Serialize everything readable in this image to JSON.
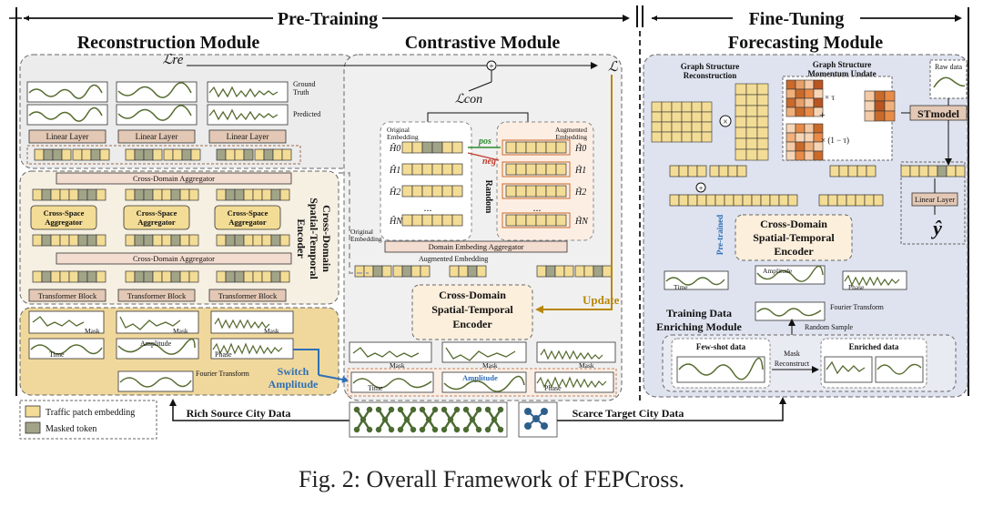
{
  "header": {
    "pretraining": "Pre-Training",
    "finetuning": "Fine-Tuning"
  },
  "modules": {
    "reconstruction": "Reconstruction Module",
    "contrastive": "Contrastive Module",
    "forecasting": "Forecasting Module"
  },
  "losses": {
    "l_re": "ℒre",
    "l_total": "ℒ",
    "l_con": "ℒcon"
  },
  "recon": {
    "ground_truth": "Ground Truth",
    "predicted": "Predicted",
    "linear_layer": "Linear Layer",
    "cross_domain_aggregator": "Cross-Domain Aggregator",
    "cross_space_aggregator": "Cross-Space Aggregator",
    "transformer_block": "Transformer Block",
    "encoder_side_label": "Cross-Domain Spatial-Temporal Encoder",
    "mask": "Mask",
    "time": "Time",
    "amplitude": "Amplitude",
    "phase": "Phase",
    "fourier": "Fourier Transform",
    "switch_amplitude": "Switch Amplitude"
  },
  "contrast": {
    "original_embedding": "Original Embedding",
    "augmented_embedding": "Augmented Embedding",
    "h_orig": [
      "Ĥ0",
      "Ĥ1",
      "Ĥ2",
      "ĤN"
    ],
    "h_aug": [
      "H̃0",
      "H̃1",
      "H̃2",
      "H̃N"
    ],
    "pos": "pos",
    "neg": "neg",
    "random": "Random",
    "dots": "...",
    "domain_agg": "Domain Embeding Aggregator",
    "original_embedding_left": "Original Embedding",
    "augmented_embedding_bottom": "Augmented Embedding",
    "encoder": "Cross-Domain Spatial-Temporal Encoder",
    "update": "Update",
    "mask": "Mask",
    "time": "Time",
    "amplitude": "Amplitude",
    "phase": "Phase"
  },
  "finetune": {
    "graph_recon": "Graph Structure Reconstruction",
    "graph_momentum": "Graph Structure Momentum Update",
    "raw_data": "Raw data",
    "times_tau": "× τ",
    "times_one_minus_tau": "× (1 − τ)",
    "stmodel": "STmodel",
    "linear_layer": "Linear Layer",
    "y": "ŷ",
    "pretrained": "Pre-trained",
    "encoder": "Cross-Domain Spatial-Temporal Encoder",
    "time": "Time",
    "amplitude": "Amplitude",
    "phase": "Phase",
    "fourier": "Fourier Transform",
    "enriching": "Training Data Enriching Module",
    "random_sample": "Random Sample",
    "fewshot": "Few-shot data",
    "mask_reconstruct": "Mask Reconstruct",
    "enriched": "Enriched data"
  },
  "legend": {
    "traffic_patch": "Traffic patch embedding",
    "masked_token": "Masked token"
  },
  "bottom": {
    "rich_source": "Rich Source City Data",
    "scarce_target": "Scarce Target City Data"
  },
  "caption": "Fig. 2: Overall Framework of FEPCross.",
  "colors": {
    "patch": "#f3dc95",
    "masked": "#a2a488",
    "panel_gray": "#ececec",
    "panel_beige": "#f6f0e3",
    "panel_gold": "#f0d89c",
    "panel_blue": "#dfe3ef",
    "linear": "#e3c8b5",
    "orange_dark": "#c96a2a",
    "accent_blue": "#2f6fb5",
    "accent_gold": "#b8860b"
  }
}
